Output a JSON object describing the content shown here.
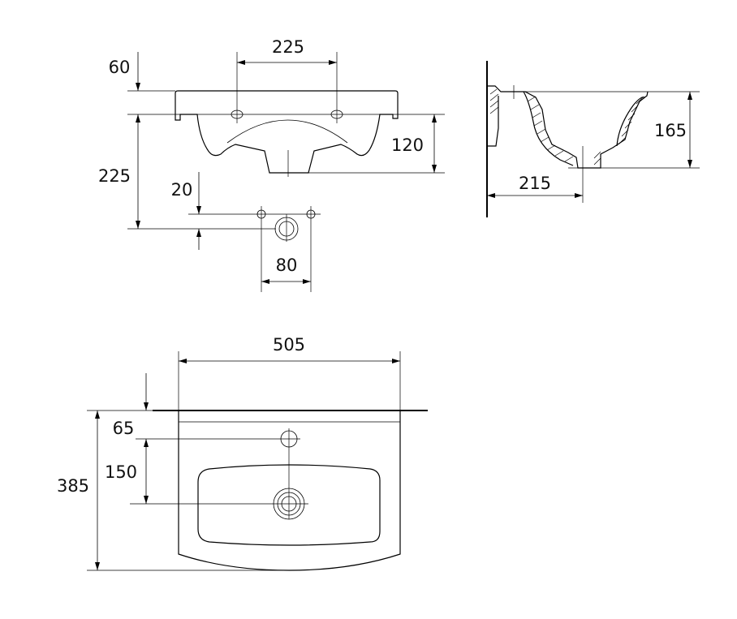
{
  "drawing": {
    "front_view": {
      "dim_tap_spacing": "225",
      "dim_rim_height": "60",
      "dim_drain_height": "225",
      "dim_bowl_depth": "120",
      "dim_fixing_offset": "20",
      "dim_fixing_spacing": "80"
    },
    "side_view": {
      "dim_height": "165",
      "dim_drain_from_wall": "215"
    },
    "plan_view": {
      "dim_width": "505",
      "dim_depth": "385",
      "dim_tap_from_wall": "65",
      "dim_tap_to_drain": "150"
    },
    "line_color": "#000000"
  }
}
